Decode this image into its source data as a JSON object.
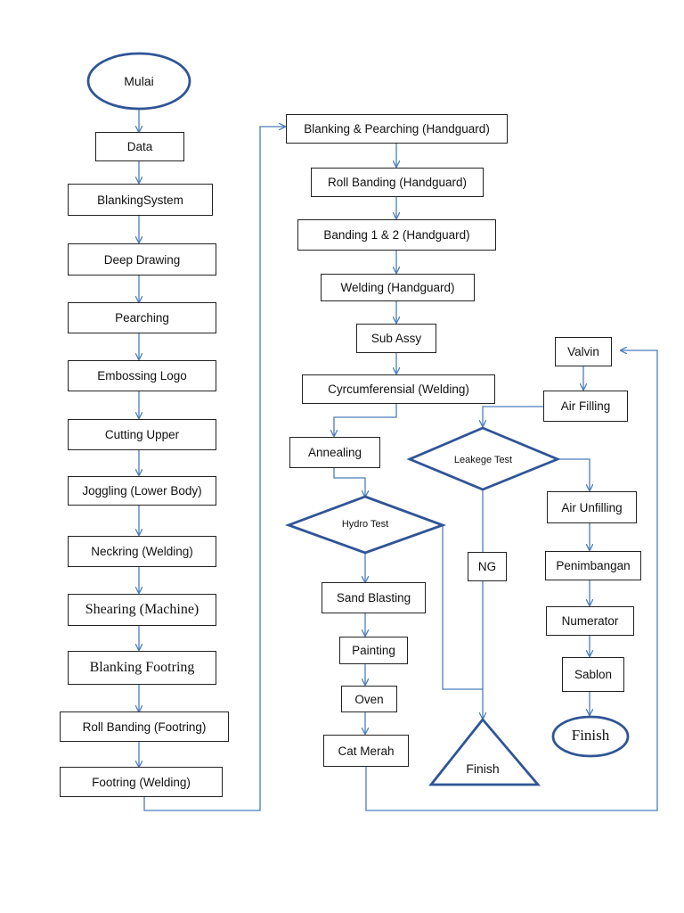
{
  "diagram": {
    "colors": {
      "connector": "#4a7ebb",
      "box_border": "#222222",
      "shape_border": "#2f5597"
    },
    "nodes": {
      "mulai": "Mulai",
      "data": "Data",
      "blanking_system": "BlankingSystem",
      "deep_drawing": "Deep Drawing",
      "pearching": "Pearching",
      "embossing_logo": "Embossing Logo",
      "cutting_upper": "Cutting Upper",
      "joggling": "Joggling (Lower Body)",
      "neckring": "Neckring (Welding)",
      "shearing": "Shearing (Machine)",
      "blanking_footring": "Blanking Footring",
      "roll_banding_footring": "Roll Banding (Footring)",
      "footring_welding": "Footring (Welding)",
      "blanking_pearching_handguard": "Blanking & Pearching (Handguard)",
      "roll_banding_handguard": "Roll Banding (Handguard)",
      "banding_handguard": "Banding 1 & 2 (Handguard)",
      "welding_handguard": "Welding (Handguard)",
      "sub_assy": "Sub Assy",
      "cyrcumferensial": "Cyrcumferensial (Welding)",
      "annealing": "Annealing",
      "hydro_test": "Hydro Test",
      "sand_blasting": "Sand Blasting",
      "painting": "Painting",
      "oven": "Oven",
      "cat_merah": "Cat Merah",
      "leakege_test": "Leakege Test",
      "ng": "NG",
      "finish_triangle": "Finish",
      "valvin": "Valvin",
      "air_filling": "Air Filling",
      "air_unfilling": "Air Unfilling",
      "penimbangan": "Penimbangan",
      "numerator": "Numerator",
      "sablon": "Sablon",
      "finish_oval": "Finish"
    }
  }
}
